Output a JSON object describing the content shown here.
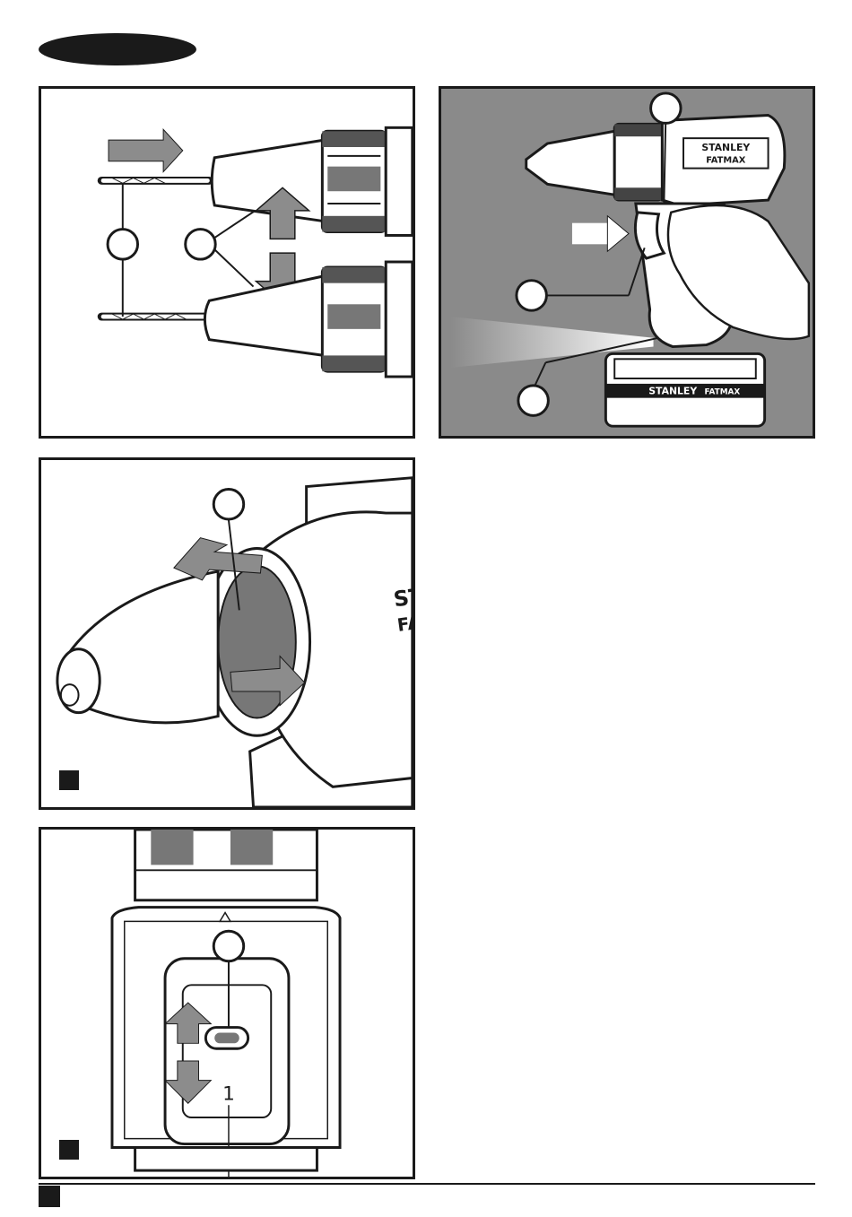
{
  "page": {
    "language_tab": "",
    "page_number": ""
  },
  "figures": [
    {
      "id": "fig-chuck-bit",
      "letter": ""
    },
    {
      "id": "fig-trigger-light",
      "letter": ""
    },
    {
      "id": "fig-torque-collar",
      "letter": ""
    },
    {
      "id": "fig-gear-selector",
      "letter": ""
    }
  ],
  "drill_branding": {
    "brand": "STANLEY",
    "line": "FATMAX",
    "partial_brand": "STAN",
    "partial_line": "FAT"
  },
  "gear_selector": {
    "position_label": "1"
  },
  "colors": {
    "ink": "#1a1a1a",
    "panel_bg_dark": "#8a8a8a",
    "arrow_grey": "#8c8c8c",
    "paper": "#ffffff"
  },
  "icons": [
    "push-arrow-icon",
    "rotate-arrow-icon",
    "up-down-arrow-icon",
    "light-beam-icon"
  ]
}
